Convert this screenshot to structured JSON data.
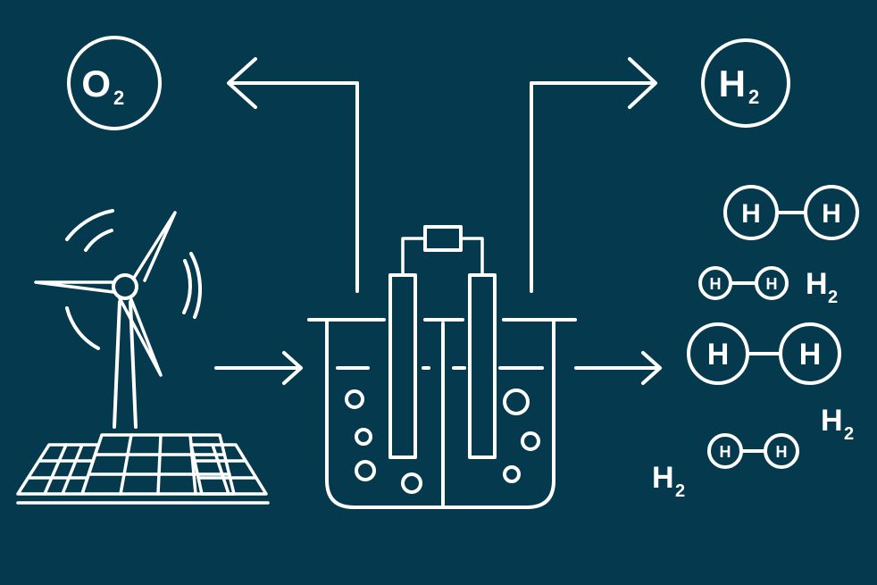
{
  "colors": {
    "background": "#053a4e",
    "stroke": "#ffffff"
  },
  "oxygen": {
    "symbol": "O",
    "subscript": "2"
  },
  "hydrogen": {
    "symbol": "H",
    "subscript": "2"
  },
  "molecule_atom": "H",
  "free_h2_labels": [
    {
      "symbol": "H",
      "subscript": "2"
    },
    {
      "symbol": "H",
      "subscript": "2"
    },
    {
      "symbol": "H",
      "subscript": "2"
    }
  ],
  "icons": [
    "wind-turbine-icon",
    "solar-panel-icon",
    "electrolyzer-icon",
    "arrow-icon",
    "molecule-icon"
  ]
}
